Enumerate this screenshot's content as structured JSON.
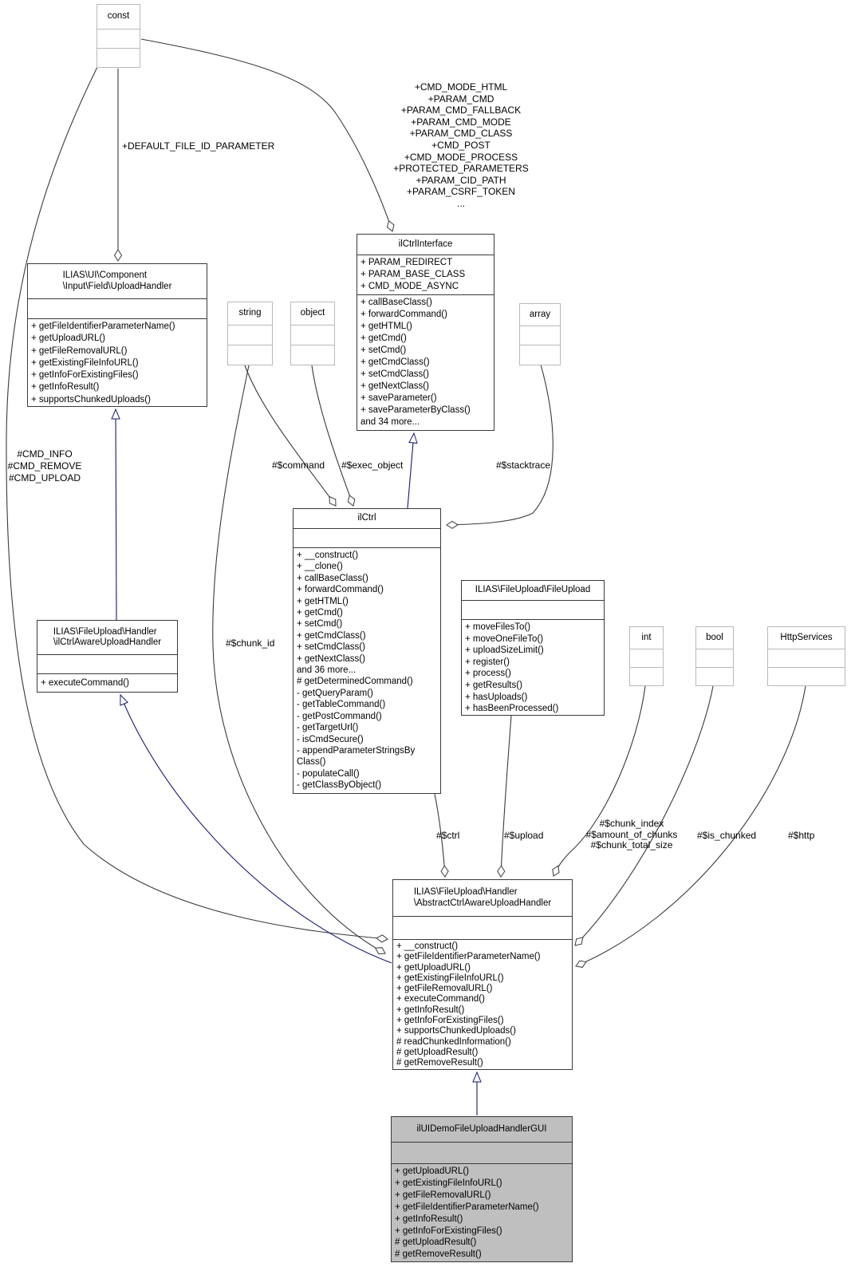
{
  "colors": {
    "association_edge": "#3a3a3a",
    "inheritance_edge": "#191970",
    "node_border": "#3a3a3a",
    "type_node_border": "#b9b9b9",
    "node_fill": "#ffffff",
    "focus_node_fill": "#bfbfbf"
  },
  "classes": [
    {
      "id": "const",
      "title": [
        "const"
      ],
      "attrs": [],
      "methods": []
    },
    {
      "id": "string",
      "title": [
        "string"
      ],
      "attrs": [],
      "methods": []
    },
    {
      "id": "object",
      "title": [
        "object"
      ],
      "attrs": [],
      "methods": []
    },
    {
      "id": "array",
      "title": [
        "array"
      ],
      "attrs": [],
      "methods": []
    },
    {
      "id": "int",
      "title": [
        "int"
      ],
      "attrs": [],
      "methods": []
    },
    {
      "id": "bool",
      "title": [
        "bool"
      ],
      "attrs": [],
      "methods": []
    },
    {
      "id": "httpservices",
      "title": [
        "HttpServices"
      ],
      "attrs": [],
      "methods": []
    },
    {
      "id": "uploadhandler",
      "title": [
        "ILIAS\\UI\\Component",
        "\\Input\\Field\\UploadHandler"
      ],
      "attrs": [],
      "methods": [
        "+ getFileIdentifierParameterName()",
        "+ getUploadURL()",
        "+ getFileRemovalURL()",
        "+ getExistingFileInfoURL()",
        "+ getInfoForExistingFiles()",
        "+ getInfoResult()",
        "+ supportsChunkedUploads()"
      ]
    },
    {
      "id": "ilctrlinterface",
      "title": [
        "ilCtrlInterface"
      ],
      "attrs": [
        "+ PARAM_REDIRECT",
        "+ PARAM_BASE_CLASS",
        "+ CMD_MODE_ASYNC"
      ],
      "methods": [
        "+ callBaseClass()",
        "+ forwardCommand()",
        "+ getHTML()",
        "+ getCmd()",
        "+ setCmd()",
        "+ getCmdClass()",
        "+ setCmdClass()",
        "+ getNextClass()",
        "+ saveParameter()",
        "+ saveParameterByClass()",
        "and 34 more..."
      ]
    },
    {
      "id": "ilctrl",
      "title": [
        "ilCtrl"
      ],
      "attrs": [],
      "methods": [
        "+ __construct()",
        "+ __clone()",
        "+ callBaseClass()",
        "+ forwardCommand()",
        "+ getHTML()",
        "+ getCmd()",
        "+ setCmd()",
        "+ getCmdClass()",
        "+ setCmdClass()",
        "+ getNextClass()",
        "and 36 more...",
        "# getDeterminedCommand()",
        "- getQueryParam()",
        "- getTableCommand()",
        "- getPostCommand()",
        "- getTargetUrl()",
        "- isCmdSecure()",
        "- appendParameterStringsBy",
        "Class()",
        "- populateCall()",
        "- getClassByObject()"
      ]
    },
    {
      "id": "fileupload",
      "title": [
        "ILIAS\\FileUpload\\FileUpload"
      ],
      "attrs": [],
      "methods": [
        "+ moveFilesTo()",
        "+ moveOneFileTo()",
        "+ uploadSizeLimit()",
        "+ register()",
        "+ process()",
        "+ getResults()",
        "+ hasUploads()",
        "+ hasBeenProcessed()"
      ]
    },
    {
      "id": "ilctrlaware",
      "title": [
        "ILIAS\\FileUpload\\Handler",
        "\\ilCtrlAwareUploadHandler"
      ],
      "attrs": [],
      "methods": [
        "+ executeCommand()"
      ]
    },
    {
      "id": "abstracthandler",
      "title": [
        "ILIAS\\FileUpload\\Handler",
        "\\AbstractCtrlAwareUploadHandler"
      ],
      "attrs": [],
      "methods": [
        "+ __construct()",
        "+ getFileIdentifierParameterName()",
        "+ getUploadURL()",
        "+ getExistingFileInfoURL()",
        "+ getFileRemovalURL()",
        "+ executeCommand()",
        "+ getInfoResult()",
        "+ getInfoForExistingFiles()",
        "+ supportsChunkedUploads()",
        "# readChunkedInformation()",
        "# getUploadResult()",
        "# getRemoveResult()"
      ]
    },
    {
      "id": "demogui",
      "title": [
        "ilUIDemoFileUploadHandlerGUI"
      ],
      "attrs": [],
      "methods": [
        "+ getUploadURL()",
        "+ getExistingFileInfoURL()",
        "+ getFileRemovalURL()",
        "+ getFileIdentifierParameterName()",
        "+ getInfoResult()",
        "+ getInfoForExistingFiles()",
        "# getUploadResult()",
        "# getRemoveResult()"
      ]
    }
  ],
  "edge_labels": {
    "default_file_id": "+DEFAULT_FILE_ID_PARAMETER",
    "const_interface_constants": [
      "+CMD_MODE_HTML",
      "+PARAM_CMD",
      "+PARAM_CMD_FALLBACK",
      "+PARAM_CMD_MODE",
      "+PARAM_CMD_CLASS",
      "+CMD_POST",
      "+CMD_MODE_PROCESS",
      "+PROTECTED_PARAMETERS",
      "+PARAM_CID_PATH",
      "+PARAM_CSRF_TOKEN",
      "..."
    ],
    "const_abstract_constants": [
      "#CMD_INFO",
      "#CMD_REMOVE",
      "#CMD_UPLOAD"
    ],
    "command": "#$command",
    "exec_object": "#$exec_object",
    "stacktrace": "#$stacktrace",
    "chunk_id": "#$chunk_id",
    "ctrl": "#$ctrl",
    "upload": "#$upload",
    "chunk_group": [
      "#$chunk_index",
      "#$amount_of_chunks",
      "#$chunk_total_size"
    ],
    "is_chunked": "#$is_chunked",
    "http": "#$http"
  }
}
